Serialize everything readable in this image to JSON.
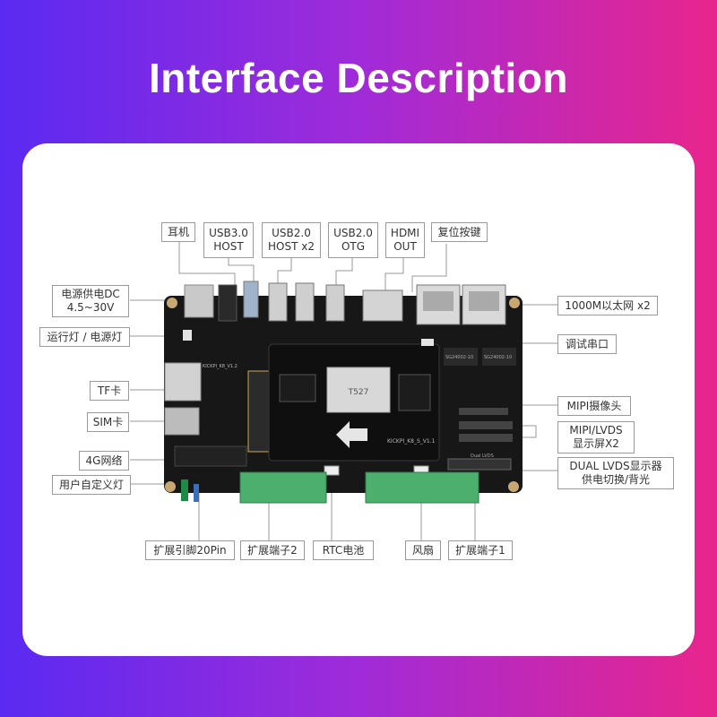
{
  "title": "Interface Description",
  "board": {
    "silk_core": "KICKPI_K8_S_V1.1",
    "silk_board": "KICKPI_K8_V1.2",
    "chip_logo": "T527",
    "eth_chip_1": "SG24002-10",
    "eth_chip_2": "SG24002-10",
    "lvds_label": "Dual LVDS"
  },
  "labels": {
    "headphone": "耳机",
    "usb30": "USB3.0\nHOST",
    "usb20host": "USB2.0\nHOST x2",
    "usb20otg": "USB2.0\nOTG",
    "hdmi": "HDMI\nOUT",
    "reset": "复位按键",
    "power": "电源供电DC\n4.5~30V",
    "run_led": "运行灯 / 电源灯",
    "tf": "TF卡",
    "sim": "SIM卡",
    "net4g": "4G网络",
    "user_led": "用户自定义灯",
    "ethernet": "1000M以太网 x2",
    "debug": "调试串口",
    "mipi_cam": "MIPI摄像头",
    "mipi_lvds": "MIPI/LVDS\n显示屏X2",
    "dual_lvds": "DUAL LVDS显示器\n供电切换/背光",
    "gpio20": "扩展引脚20Pin",
    "ext2": "扩展端子2",
    "rtc": "RTC电池",
    "fan": "风扇",
    "ext1": "扩展端子1"
  }
}
